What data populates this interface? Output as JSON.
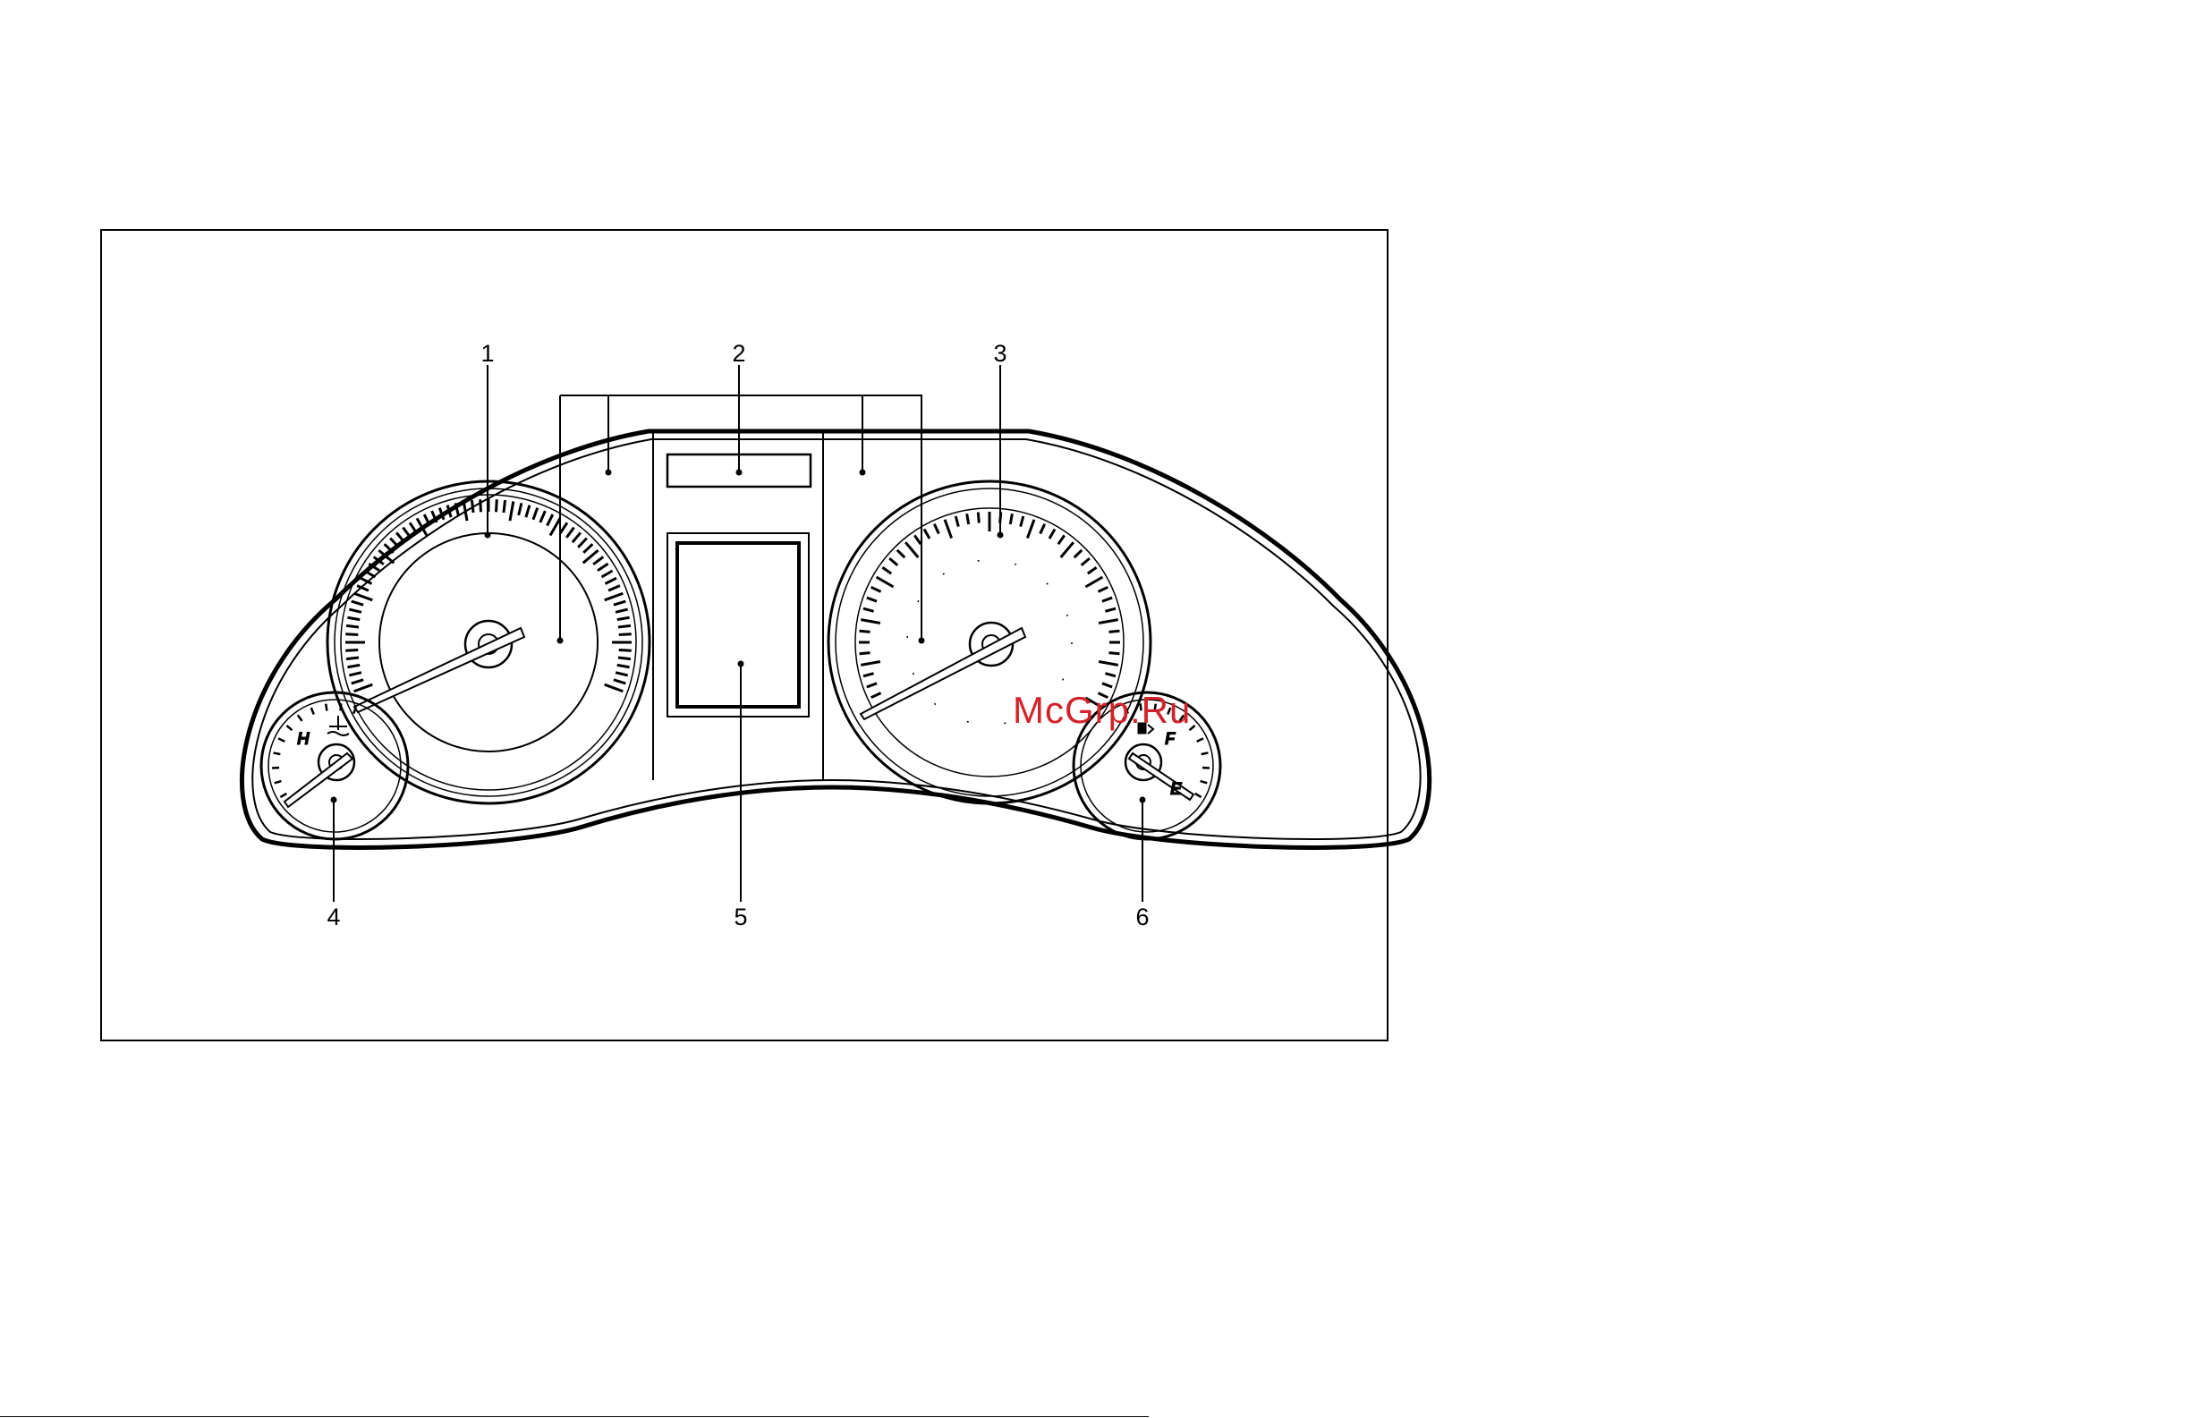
{
  "diagram": {
    "callouts": [
      {
        "id": "callout-1",
        "label": "1"
      },
      {
        "id": "callout-2",
        "label": "2"
      },
      {
        "id": "callout-3",
        "label": "3"
      },
      {
        "id": "callout-4",
        "label": "4"
      },
      {
        "id": "callout-5",
        "label": "5"
      },
      {
        "id": "callout-6",
        "label": "6"
      }
    ],
    "temp_gauge": {
      "high_label": "H"
    },
    "fuel_gauge": {
      "full_label": "F",
      "empty_label": "E"
    }
  },
  "watermark": {
    "text": "McGrp.Ru",
    "color": "#d2232a"
  },
  "colors": {
    "line": "#000000",
    "background": "#ffffff"
  }
}
